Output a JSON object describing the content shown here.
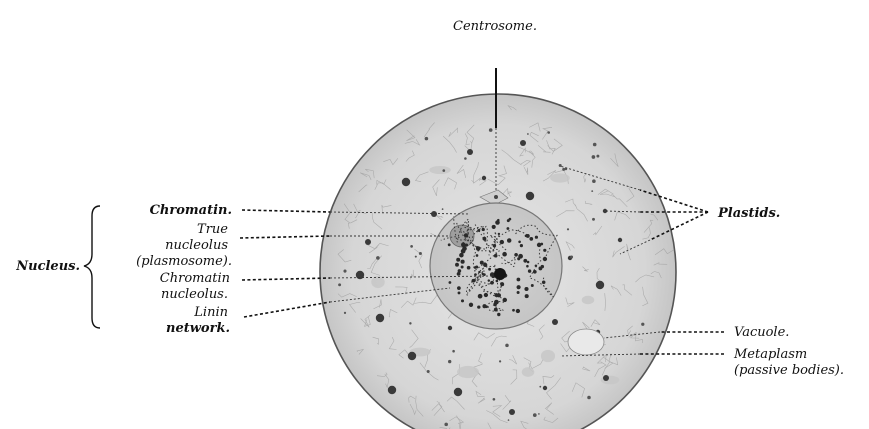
{
  "figure": {
    "labels": {
      "centrosome": "Centrosome.",
      "chromatin": "Chromatin.",
      "true_nucleolus_line1": "True",
      "true_nucleolus_line2": "nucleolus",
      "true_nucleolus_line3": "(plasmosome).",
      "chromatin_nucleolus_line1": "Chromatin",
      "chromatin_nucleolus_line2": "nucleolus.",
      "linin_line1": "Linin",
      "linin_line2": "network.",
      "nucleus": "Nucleus.",
      "plastids": "Plastids.",
      "vacuole": "Vacuole.",
      "metaplasm_line1": "Metaplasm",
      "metaplasm_line2": "(passive bodies)."
    }
  }
}
